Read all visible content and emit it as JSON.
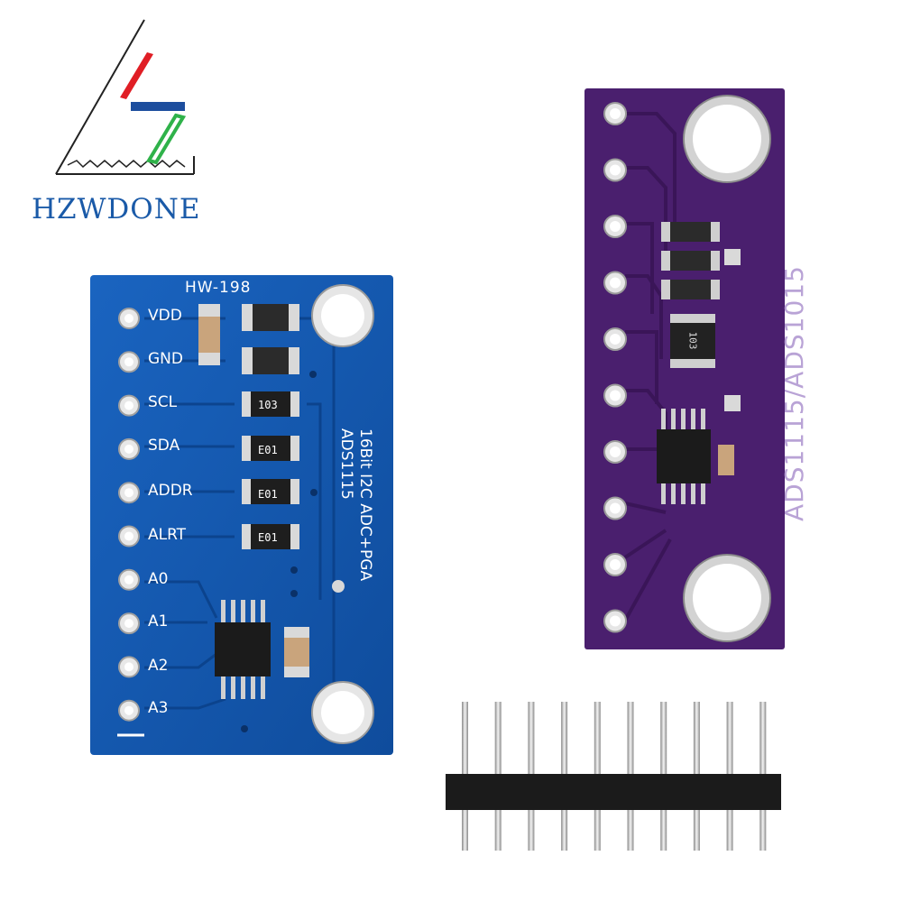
{
  "brand": {
    "name": "HZWDONE",
    "colors": {
      "red": "#e01e25",
      "blue": "#1d4e9e",
      "green": "#2fb24a",
      "text": "#1a5aa8"
    }
  },
  "blue_board": {
    "model": "HW-198",
    "color": "#1258b0",
    "pins": [
      "VDD",
      "GND",
      "SCL",
      "SDA",
      "ADDR",
      "ALRT",
      "A0",
      "A1",
      "A2",
      "A3"
    ],
    "description_line1": "16Bit I2C ADC+PGA",
    "description_line2": "ADS1115",
    "resistor_codes": [
      "103",
      "E01",
      "E01",
      "E01"
    ]
  },
  "purple_board": {
    "color": "#4a1f6e",
    "label": "ADS1115/ADS1015",
    "resistor_code": "103",
    "pin_count": 10
  },
  "header": {
    "pin_count": 10
  }
}
